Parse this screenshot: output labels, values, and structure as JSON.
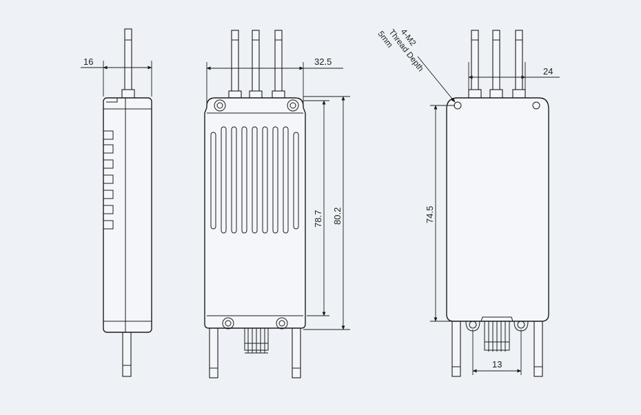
{
  "dimensions": {
    "width_side": "16",
    "width_front_wires": "32.5",
    "length_inner": "78.7",
    "length_total": "80.2",
    "hole_spacing_vertical": "74.5",
    "width_back_wires": "24",
    "signal_connector_width": "13"
  },
  "annotation": {
    "line1": "4-M2",
    "line2": "Thread Depth",
    "line3": "5mm"
  },
  "colors": {
    "background": "#eef2f6",
    "line": "#1a1a1a",
    "fill": "#f4f6f9"
  }
}
